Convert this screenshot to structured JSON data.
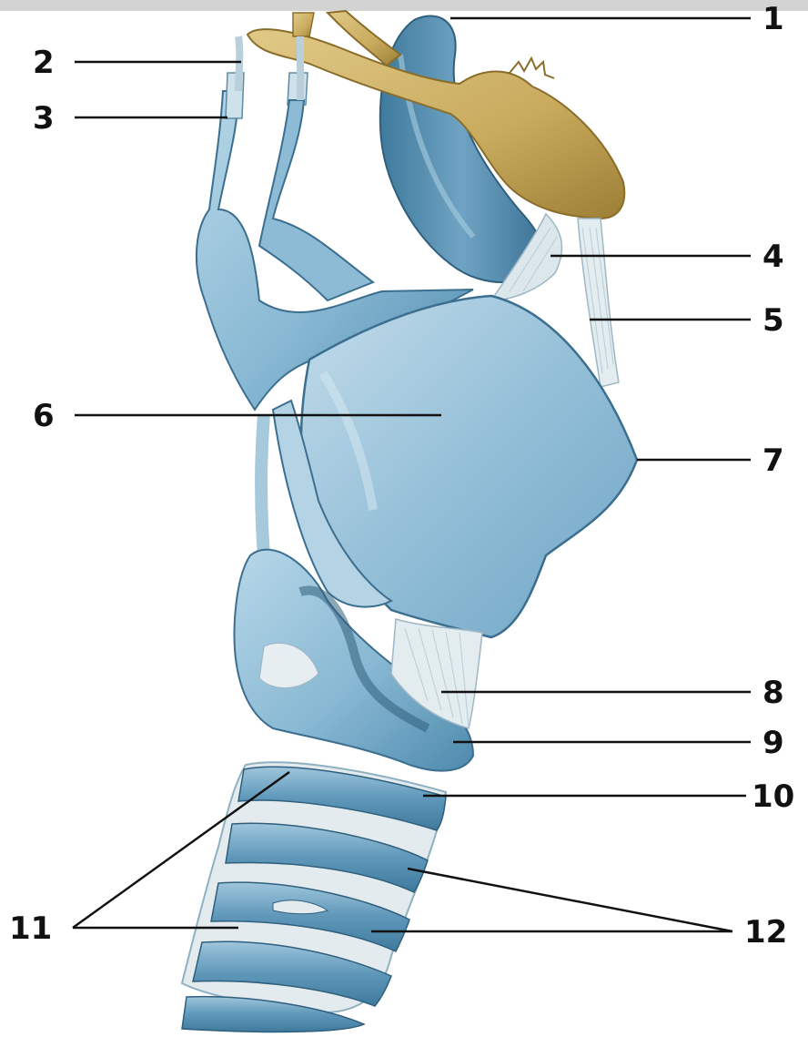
{
  "labels": {
    "l1": "1",
    "l2": "2",
    "l3": "3",
    "l4": "4",
    "l5": "5",
    "l6": "6",
    "l7": "7",
    "l8": "8",
    "l9": "9",
    "l10": "10",
    "l11": "11",
    "l12": "12"
  },
  "colors": {
    "cartilage_light": "#a9cde0",
    "cartilage_mid": "#7fb2cf",
    "cartilage_dark": "#3f7a9c",
    "bone": "#c9ab5e",
    "bone_dark": "#9c7f35",
    "ligament": "#dce7ec",
    "leader_line": "#111111",
    "frame_gray": "#cfcfcf"
  }
}
